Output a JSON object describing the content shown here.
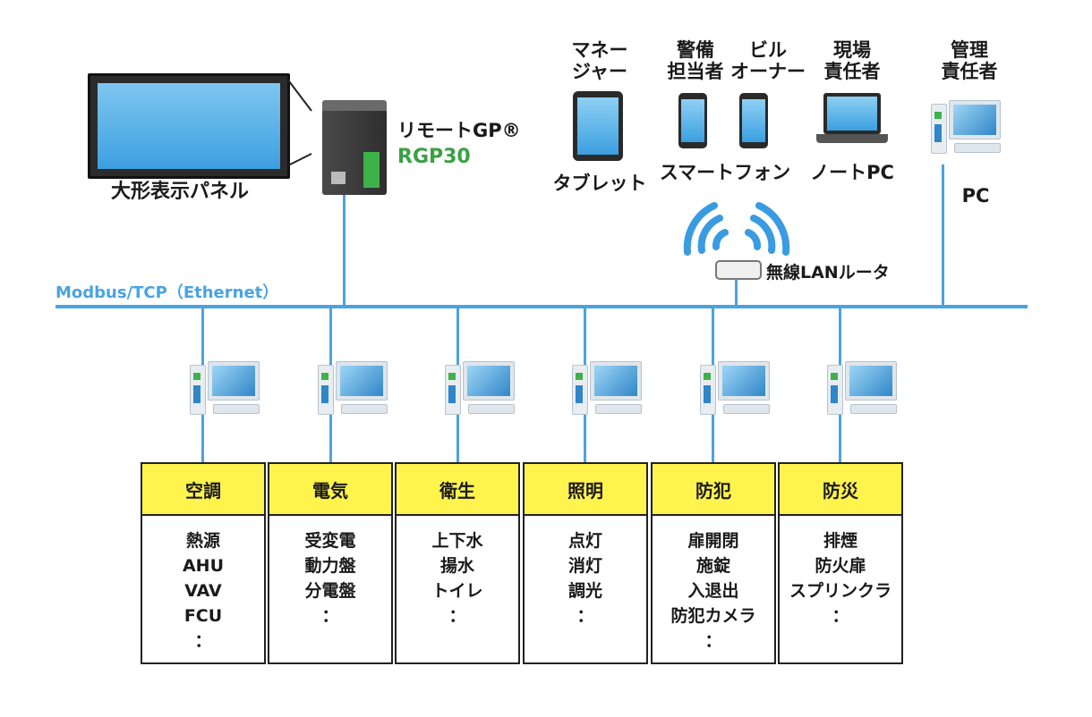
{
  "display_panel": {
    "label": "大形表示パネル"
  },
  "rgp_device": {
    "name": "リモートGP®",
    "model": "RGP30"
  },
  "network": {
    "label": "Modbus/TCP（Ethernet）"
  },
  "router": {
    "label": "無線LANルータ"
  },
  "clients": [
    {
      "role": "マネー\nジャー",
      "device": "タブレット"
    },
    {
      "role": "警備\n担当者",
      "device": ""
    },
    {
      "role": "ビル\nオーナー",
      "device": "スマートフォン"
    },
    {
      "role": "現場\n責任者",
      "device": "ノートPC"
    },
    {
      "role": "管理\n責任者",
      "device": "PC"
    }
  ],
  "categories": [
    {
      "title": "空調",
      "items": [
        "熱源",
        "AHU",
        "VAV",
        "FCU",
        "："
      ]
    },
    {
      "title": "電気",
      "items": [
        "受変電",
        "動力盤",
        "分電盤",
        "："
      ]
    },
    {
      "title": "衛生",
      "items": [
        "上下水",
        "揚水",
        "トイレ",
        "："
      ]
    },
    {
      "title": "照明",
      "items": [
        "点灯",
        "消灯",
        "調光",
        "："
      ]
    },
    {
      "title": "防犯",
      "items": [
        "扉開閉",
        "施錠",
        "入退出",
        "防犯カメラ",
        "："
      ]
    },
    {
      "title": "防災",
      "items": [
        "排煙",
        "防火扉",
        "スプリンクラ",
        "："
      ]
    }
  ],
  "colors": {
    "network_line": "#4aa3e0",
    "category_header": "#fff34d",
    "rgp_model": "#3aa044"
  }
}
